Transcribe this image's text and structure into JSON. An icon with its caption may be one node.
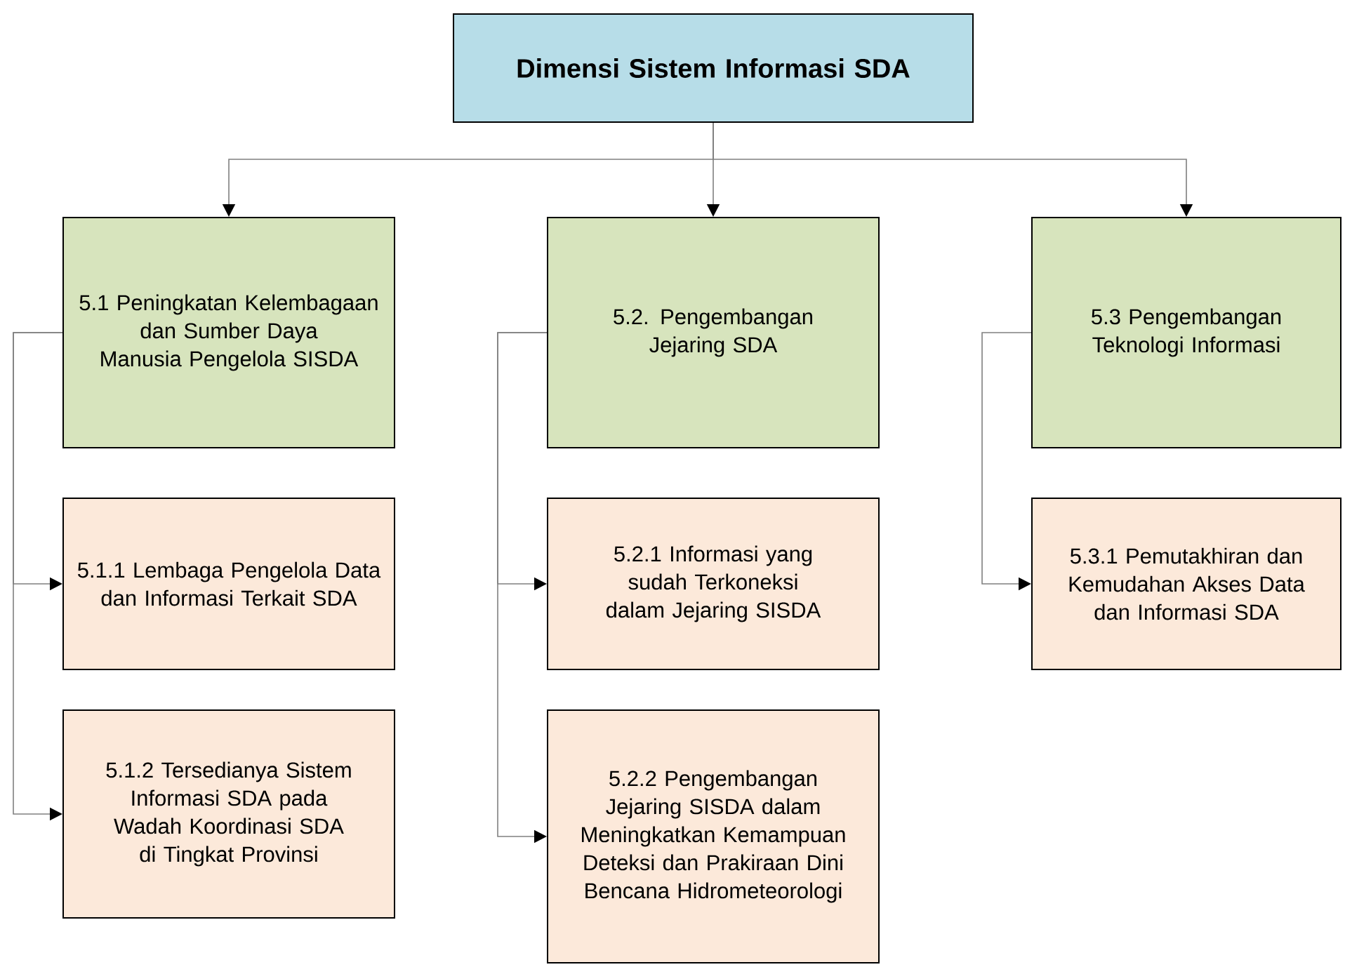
{
  "diagram": {
    "nodes": [
      {
        "text": [
          "Dimensi Sistem Informasi SDA"
        ]
      },
      {
        "text": [
          "5.1 Peningkatan Kelembagaan dan Sumber Daya Manusia Pengelola SISDA"
        ]
      },
      {
        "text": [
          "5.2. Pengembangan Jejaring SDA"
        ]
      },
      {
        "text": [
          "5.3 Pengembangan Teknologi Informasi"
        ]
      },
      {
        "text": [
          "5.1.1 Lembaga Pengelola Data dan Informasi Terkait SDA"
        ]
      },
      {
        "text": [
          "5.1.2 Tersedianya Sistem Informasi SDA pada Wadah Koordinasi SDA di Tingkat Provinsi"
        ]
      },
      {
        "text": [
          "5.2.1 Informasi yang sudah Terkoneksi dalam Jejaring SISDA"
        ]
      },
      {
        "text": [
          "5.2.2 Pengembangan Jejaring SISDA dalam Meningkatkan Kemampuan Deteksi dan Prakiraan Dini Bencana Hidrometeorologi"
        ]
      },
      {
        "text": [
          "5.3.1 Pemutakhiran dan Kemudahan Akses Data dan Informasi SDA"
        ]
      }
    ],
    "edges": [
      {
        "from": 0,
        "to": 1,
        "arrow": "to"
      },
      {
        "from": 0,
        "to": 2,
        "arrow": "to"
      },
      {
        "from": 0,
        "to": 3,
        "arrow": "to"
      },
      {
        "from": 1,
        "to": 4,
        "arrow": "to"
      },
      {
        "from": 1,
        "to": 5,
        "arrow": "to"
      },
      {
        "from": 2,
        "to": 6,
        "arrow": "to"
      },
      {
        "from": 2,
        "to": 7,
        "arrow": "to"
      },
      {
        "from": 3,
        "to": 8,
        "arrow": "to"
      }
    ]
  }
}
